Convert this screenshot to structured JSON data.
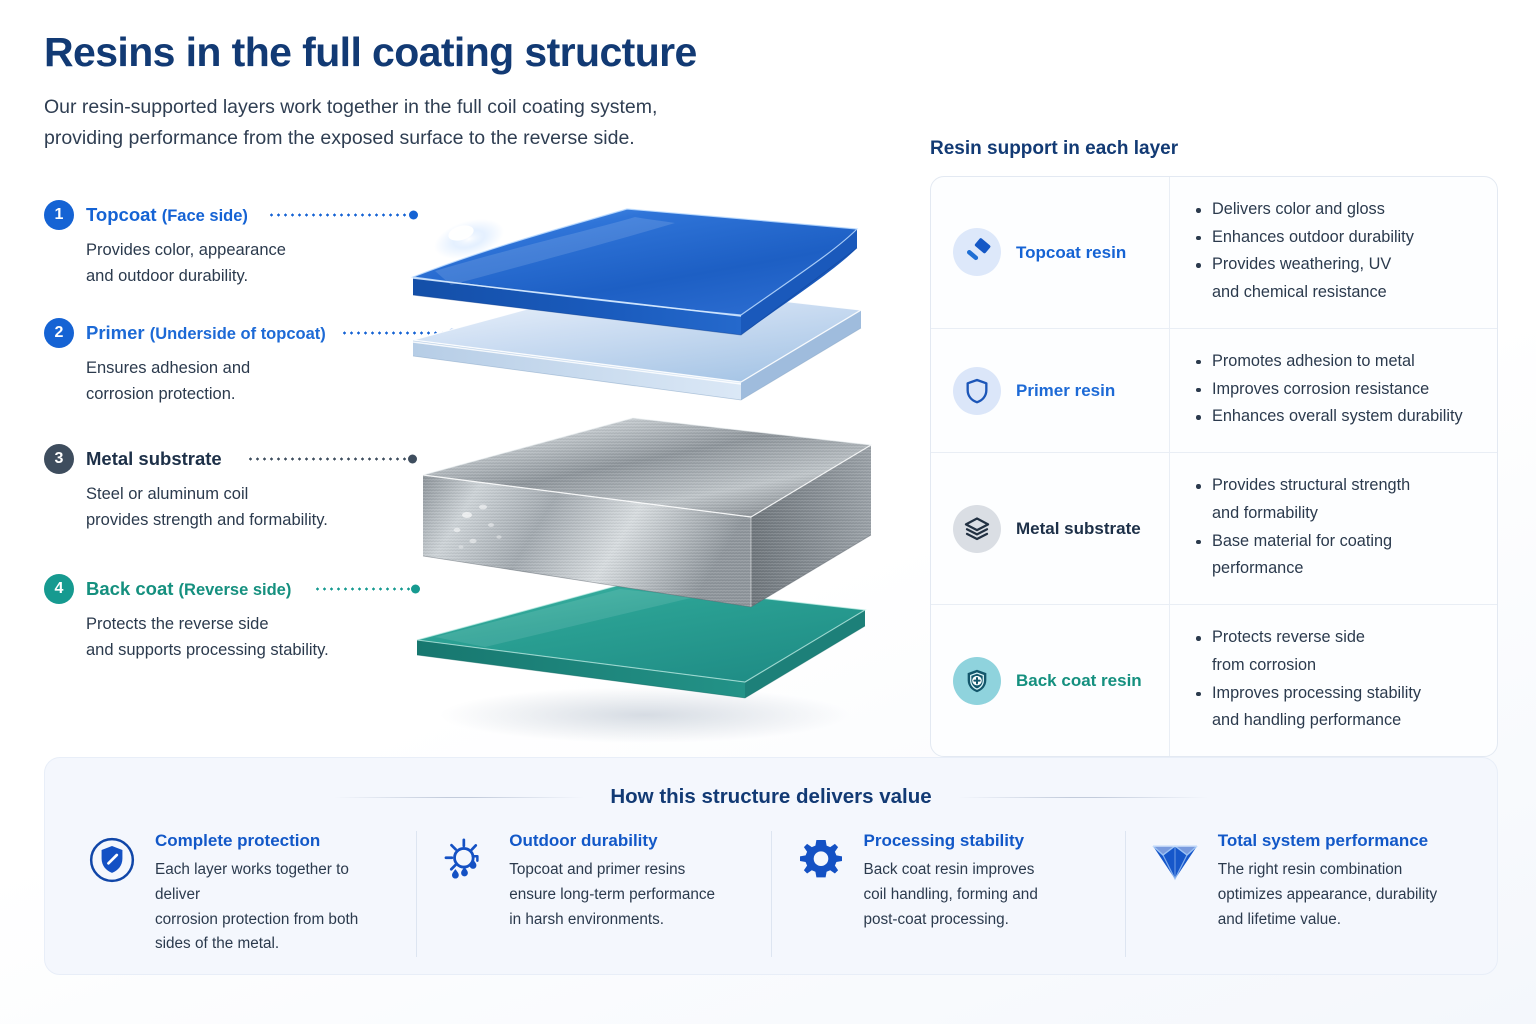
{
  "header": {
    "title": "Resins in the full coating structure",
    "subtitle_line1": "Our resin-supported layers work together in the full coil coating system,",
    "subtitle_line2": "providing performance from the exposed surface to the reverse side."
  },
  "colors": {
    "title_navy": "#123a74",
    "accent_blue": "#1258c8",
    "primer_blue": "#2f6fd0",
    "slate": "#3d4d5e",
    "teal": "#159a8c",
    "body_text": "#2b3a4d"
  },
  "layers": [
    {
      "number": "1",
      "name": "Topcoat",
      "qualifier": "(Face side)",
      "desc_line1": "Provides color, appearance",
      "desc_line2": "and outdoor durability.",
      "badge_color": "#1563d4",
      "title_color": "#1563d4",
      "connector_color": "#1563d4"
    },
    {
      "number": "2",
      "name": "Primer",
      "qualifier": "(Underside of topcoat)",
      "desc_line1": "Ensures adhesion and",
      "desc_line2": "corrosion protection.",
      "badge_color": "#1563d4",
      "title_color": "#1d6ad6",
      "connector_color": "#1563d4"
    },
    {
      "number": "3",
      "name": "Metal substrate",
      "qualifier": "",
      "desc_line1": "Steel or aluminum coil",
      "desc_line2": "provides strength and formability.",
      "badge_color": "#3e4d5e",
      "title_color": "#1d3048",
      "connector_color": "#3e4d5e"
    },
    {
      "number": "4",
      "name": "Back coat",
      "qualifier": "(Reverse side)",
      "desc_line1": "Protects the reverse side",
      "desc_line2": "and supports processing stability.",
      "badge_color": "#169a90",
      "title_color": "#15907f",
      "connector_color": "#169a90"
    }
  ],
  "stack": {
    "sheets": [
      {
        "name": "topcoat-sheet",
        "label": "Topcoat"
      },
      {
        "name": "primer-sheet",
        "label": "Primer"
      },
      {
        "name": "metal-substrate-block",
        "label": "Metal substrate"
      },
      {
        "name": "back-coat-sheet",
        "label": "Back coat"
      }
    ]
  },
  "resin_panel": {
    "title": "Resin support in each layer",
    "rows": [
      {
        "icon": "paint-brush-icon",
        "name": "Topcoat resin",
        "name_color": "#1563d4",
        "icon_bg": "#dde8fa",
        "icon_color": "#1558c6",
        "bullets": [
          {
            "text": "Delivers color and gloss",
            "dot": true
          },
          {
            "text": "Enhances outdoor durability",
            "dot": true
          },
          {
            "text": "Provides weathering, UV",
            "dot": true
          },
          {
            "text": "and chemical resistance",
            "dot": false
          }
        ]
      },
      {
        "icon": "shield-icon",
        "name": "Primer resin",
        "name_color": "#1d6ad6",
        "icon_bg": "#dbe6f9",
        "icon_color": "#1c56b8",
        "bullets": [
          {
            "text": "Promotes adhesion to metal",
            "dot": true
          },
          {
            "text": "Improves corrosion resistance",
            "dot": true
          },
          {
            "text": "Enhances overall system durability",
            "dot": true
          }
        ]
      },
      {
        "icon": "layers-icon",
        "name": "Metal substrate",
        "name_color": "#1d3048",
        "icon_bg": "#dadee4",
        "icon_color": "#223142",
        "bullets": [
          {
            "text": "Provides structural strength",
            "dot": true
          },
          {
            "text": "and formability",
            "dot": false
          },
          {
            "text": "Base material for coating",
            "dot": true
          },
          {
            "text": "performance",
            "dot": false
          }
        ]
      },
      {
        "icon": "shield-plus-icon",
        "name": "Back coat resin",
        "name_color": "#15907f",
        "icon_bg": "#8fd3dd",
        "icon_color": "#13566b",
        "bullets": [
          {
            "text": "Protects reverse side",
            "dot": true
          },
          {
            "text": "from corrosion",
            "dot": false
          },
          {
            "text": "Improves processing stability",
            "dot": true
          },
          {
            "text": "and handling performance",
            "dot": false
          }
        ]
      }
    ]
  },
  "value_banner": {
    "title": "How this structure delivers value",
    "columns": [
      {
        "icon": "shield-check-circle-icon",
        "heading": "Complete protection",
        "line1": "Each layer works together to deliver",
        "line2": "corrosion protection from both",
        "line3": "sides of the metal."
      },
      {
        "icon": "sun-rain-icon",
        "heading": "Outdoor durability",
        "line1": "Topcoat and primer resins",
        "line2": "ensure long-term performance",
        "line3": "in harsh environments."
      },
      {
        "icon": "gear-icon",
        "heading": "Processing stability",
        "line1": "Back coat resin improves",
        "line2": "coil handling, forming and",
        "line3": "post-coat processing."
      },
      {
        "icon": "diamond-icon",
        "heading": "Total system performance",
        "line1": "The right resin combination",
        "line2": "optimizes appearance, durability",
        "line3": "and lifetime value."
      }
    ]
  }
}
